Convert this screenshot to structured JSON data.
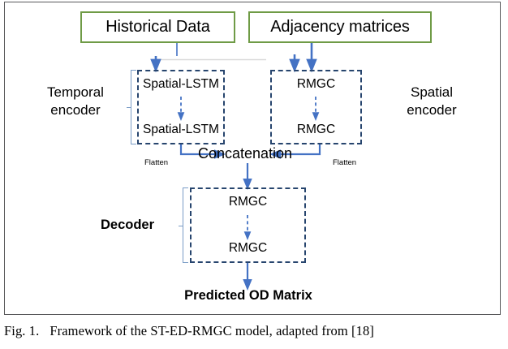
{
  "figure": {
    "caption_number": "Fig. 1.",
    "caption_text": "Framework of the ST-ED-RMGC model, adapted from [18]"
  },
  "diagram": {
    "type": "flowchart",
    "sources": [
      {
        "id": "historical-data",
        "label": "Historical Data",
        "border_color": "#6f9b46"
      },
      {
        "id": "adjacency-matrices",
        "label": "Adjacency matrices",
        "border_color": "#6f9b46"
      }
    ],
    "encoders": {
      "temporal": {
        "side_label": "Temporal\nencoder",
        "side_label_line1": "Temporal",
        "side_label_line2": "encoder",
        "layers": [
          "Spatial-LSTM",
          "Spatial-LSTM"
        ],
        "border_color": "#27456e",
        "border_style": "dashed"
      },
      "spatial": {
        "side_label_line1": "Spatial",
        "side_label_line2": "encoder",
        "layers": [
          "RMGC",
          "RMGC"
        ],
        "border_color": "#27456e",
        "border_style": "dashed"
      }
    },
    "merge": {
      "label": "Concatenation",
      "flatten_left": "Flatten",
      "flatten_right": "Flatten"
    },
    "decoder": {
      "side_label": "Decoder",
      "layers": [
        "RMGC",
        "RMGC"
      ],
      "border_color": "#27456e",
      "border_style": "dashed"
    },
    "output": {
      "label": "Predicted OD Matrix"
    },
    "colors": {
      "source_border": "#6f9b46",
      "module_border": "#27456e",
      "arrow": "#4472c4",
      "bracket": "#7a9cc6",
      "frame": "#58585a",
      "text": "#000000"
    }
  }
}
